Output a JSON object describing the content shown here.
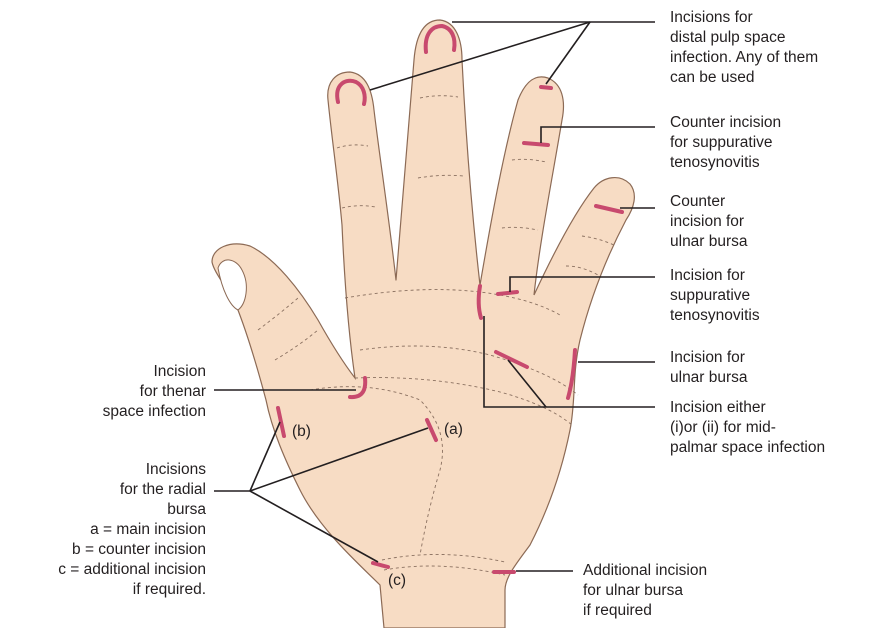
{
  "labels": {
    "distal_pulp": [
      "Incisions for",
      "distal pulp space",
      "infection. Any of them",
      "can be used"
    ],
    "counter_tendon": [
      "Counter incision",
      "for suppurative",
      "tenosynovitis"
    ],
    "counter_ulnar": [
      "Counter",
      "incision for",
      "ulnar bursa"
    ],
    "suppurative": [
      "Incision for",
      "suppurative",
      "tenosynovitis"
    ],
    "ulnar_bursa": [
      "Incision for",
      "ulnar bursa"
    ],
    "midpalmar": [
      "Incision either",
      "(i)or (ii) for mid-",
      "palmar space infection"
    ],
    "thenar": [
      "Incision",
      "for thenar",
      "space infection"
    ],
    "radial_bursa": [
      "Incisions",
      "for the radial",
      "bursa",
      "a = main incision",
      "b = counter incision",
      "c = additional incision",
      "if required."
    ],
    "additional_ulnar": [
      "Additional incision",
      "for ulnar bursa",
      "if required"
    ]
  },
  "markers": {
    "a": "(a)",
    "b": "(b)",
    "c": "(c)"
  },
  "colors": {
    "skin": "#f7dcc4",
    "skin_outline": "#8c6a55",
    "incision": "#c84a6e",
    "leader": "#231f20",
    "crease": "#8a7060"
  }
}
